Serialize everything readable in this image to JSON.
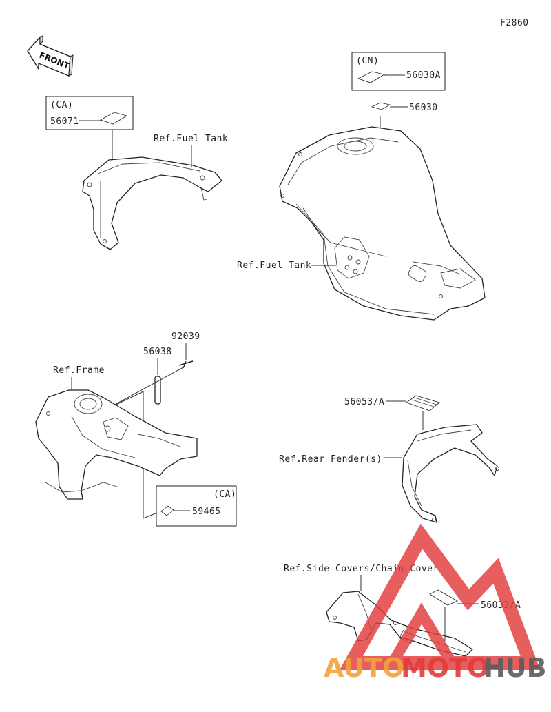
{
  "figure_code": "F2860",
  "front_label": "FRONT",
  "labels": {
    "p56071": "56071",
    "ca_top": "(CA)",
    "ref_fuel_tank_1": "Ref.Fuel Tank",
    "cn": "(CN)",
    "p56030a": "56030A",
    "p56030": "56030",
    "ref_fuel_tank_2": "Ref.Fuel Tank",
    "p92039": "92039",
    "p56038": "56038",
    "ref_frame": "Ref.Frame",
    "ca_bottom": "(CA)",
    "p59465": "59465",
    "p56053a": "56053/A",
    "ref_rear_fender": "Ref.Rear Fender(s)",
    "ref_side_covers": "Ref.Side Covers/Chain Cover",
    "p56033a": "56033/A"
  },
  "watermark": {
    "part1": "AUTO",
    "part2": "MOTO",
    "part3": "HUB",
    "color_red": "#e23b3b",
    "color_orange": "#f2a33a",
    "color_gray": "#5c5c5c"
  }
}
